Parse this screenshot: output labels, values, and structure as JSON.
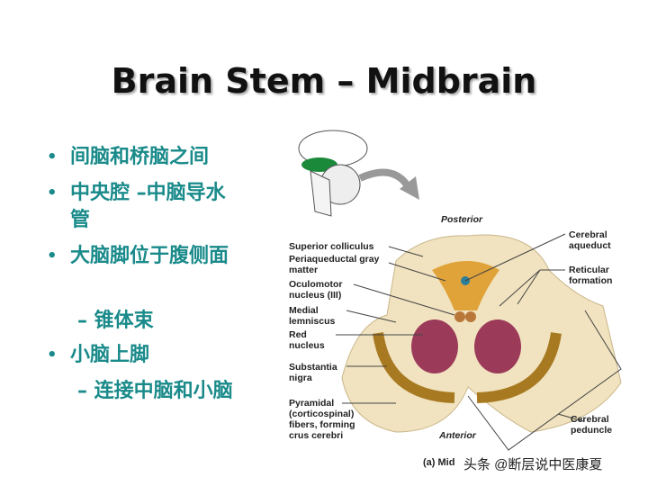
{
  "title": "Brain Stem – Midbrain",
  "bullets": [
    {
      "level": 1,
      "text": "间脑和桥脑之间"
    },
    {
      "level": 1,
      "text": "中央腔 –中脑导水管"
    },
    {
      "level": 1,
      "text": "大脑脚位于腹侧面"
    },
    {
      "level": 2,
      "text": "– 锥体束"
    },
    {
      "level": 1,
      "text": "小脑上脚"
    },
    {
      "level": 2,
      "text": "– 连接中脑和小脑"
    }
  ],
  "figure": {
    "posterior": "Posterior",
    "anterior": "Anterior",
    "labels_left": [
      "Superior colliculus",
      "Periaqueductal gray matter",
      "Oculomotor nucleus (III)",
      "Medial lemniscus",
      "Red nucleus",
      "Substantia nigra",
      "Pyramidal (corticospinal) fibers, forming crus cerebri"
    ],
    "labels_right": [
      "Cerebral aqueduct",
      "Reticular formation",
      "Cerebral peduncle"
    ],
    "caption": "(a) Mid"
  },
  "watermark": "头条 @断层说中医康夏"
}
